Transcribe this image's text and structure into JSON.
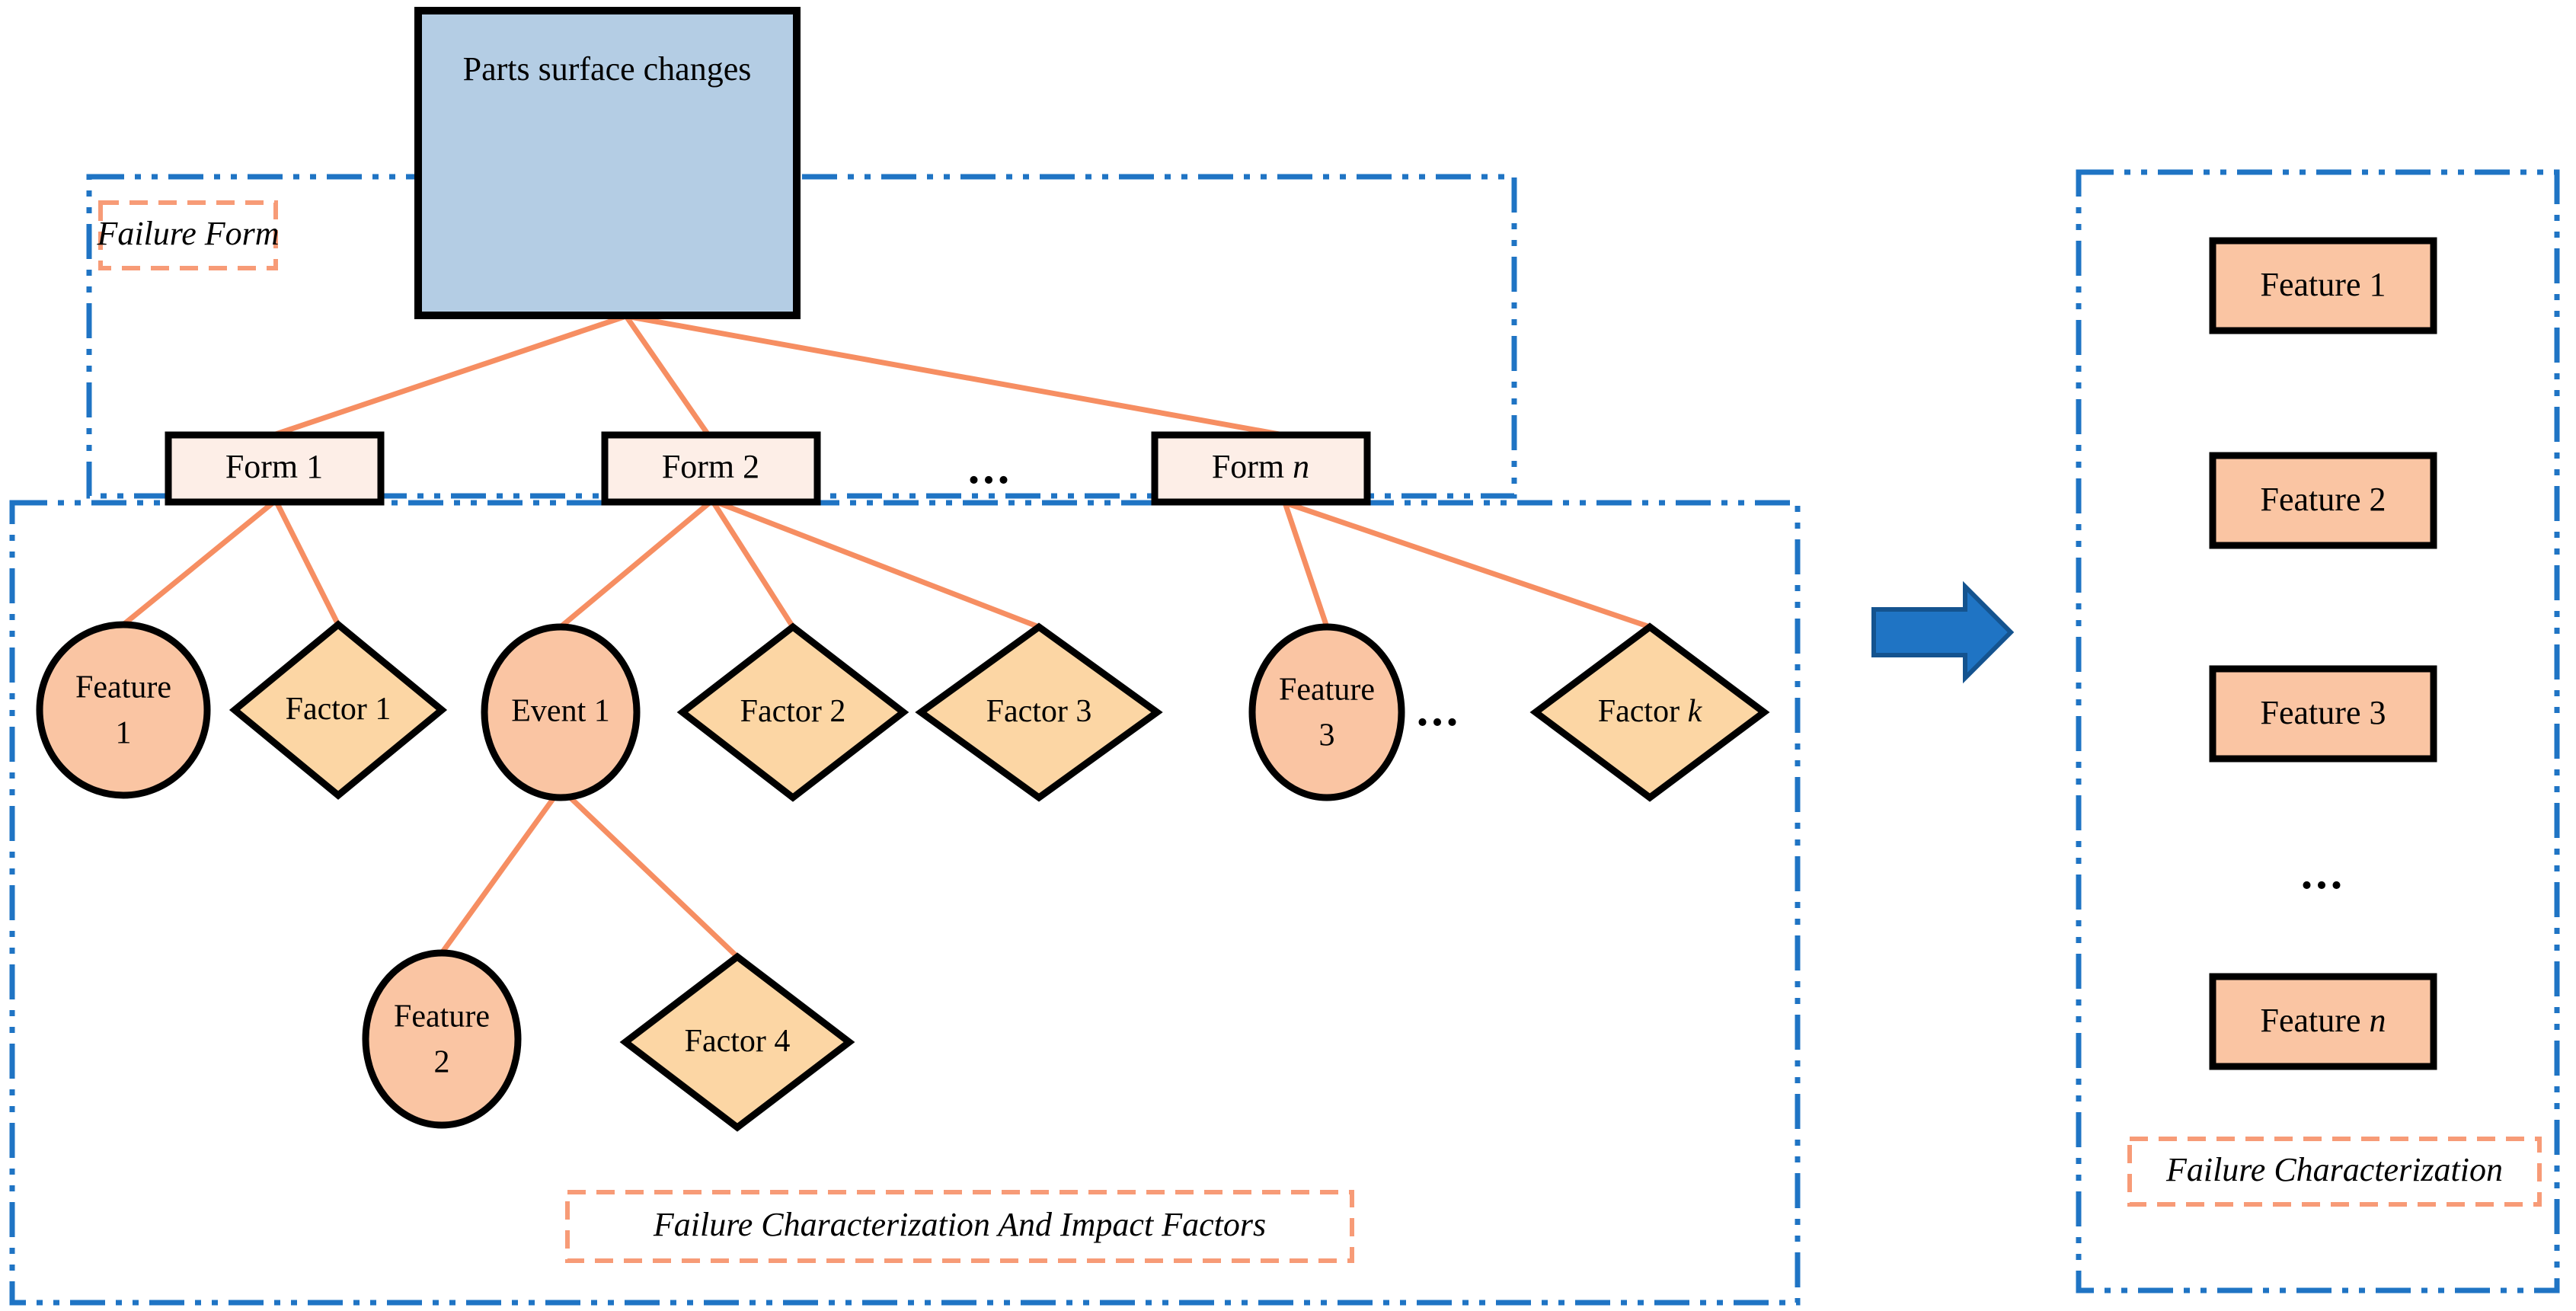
{
  "diagram": {
    "title_node": {
      "label": "Parts surface changes",
      "fill": "#b4cde4",
      "stroke": "#000000"
    },
    "groups": [
      {
        "id": "failure-form",
        "label": "Failure Form",
        "border_color": "#1f74c4",
        "label_border_color": "#f79b77"
      },
      {
        "id": "failure-characterization-impact",
        "label": "Failure Characterization And Impact Factors",
        "border_color": "#1f74c4",
        "label_border_color": "#f79b77"
      },
      {
        "id": "failure-characterization",
        "label": "Failure Characterization",
        "border_color": "#1f74c4",
        "label_border_color": "#f79b77"
      }
    ],
    "form_nodes": [
      {
        "label": "Form 1",
        "italic_suffix": ""
      },
      {
        "label": "Form 2",
        "italic_suffix": ""
      },
      {
        "label": "Form ",
        "italic_suffix": "n"
      }
    ],
    "form_ellipsis": "...",
    "form_fill": "#fdeee7",
    "feature_nodes": [
      {
        "line1": "Feature",
        "line2": "1"
      },
      {
        "line1": "Event 1",
        "line2": ""
      },
      {
        "line1": "Feature",
        "line2": "3"
      },
      {
        "line1": "Feature",
        "line2": "2"
      }
    ],
    "feature_fill": "#fac5a3",
    "factor_nodes": [
      {
        "label": "Factor 1",
        "italic_suffix": ""
      },
      {
        "label": "Factor 2",
        "italic_suffix": ""
      },
      {
        "label": "Factor 3",
        "italic_suffix": ""
      },
      {
        "label": "Factor ",
        "italic_suffix": "k"
      },
      {
        "label": "Factor 4",
        "italic_suffix": ""
      }
    ],
    "factor_fill": "#fcd6a4",
    "factor_ellipsis": "...",
    "connector_color": "#f68e62",
    "arrow": {
      "fill": "#1f74c4",
      "stroke": "#14538f"
    },
    "result_boxes": [
      {
        "label": "Feature 1",
        "italic_suffix": ""
      },
      {
        "label": "Feature 2",
        "italic_suffix": ""
      },
      {
        "label": "Feature 3",
        "italic_suffix": ""
      },
      {
        "label": "Feature ",
        "italic_suffix": "n"
      }
    ],
    "result_ellipsis": "...",
    "result_fill": "#fac5a3"
  }
}
